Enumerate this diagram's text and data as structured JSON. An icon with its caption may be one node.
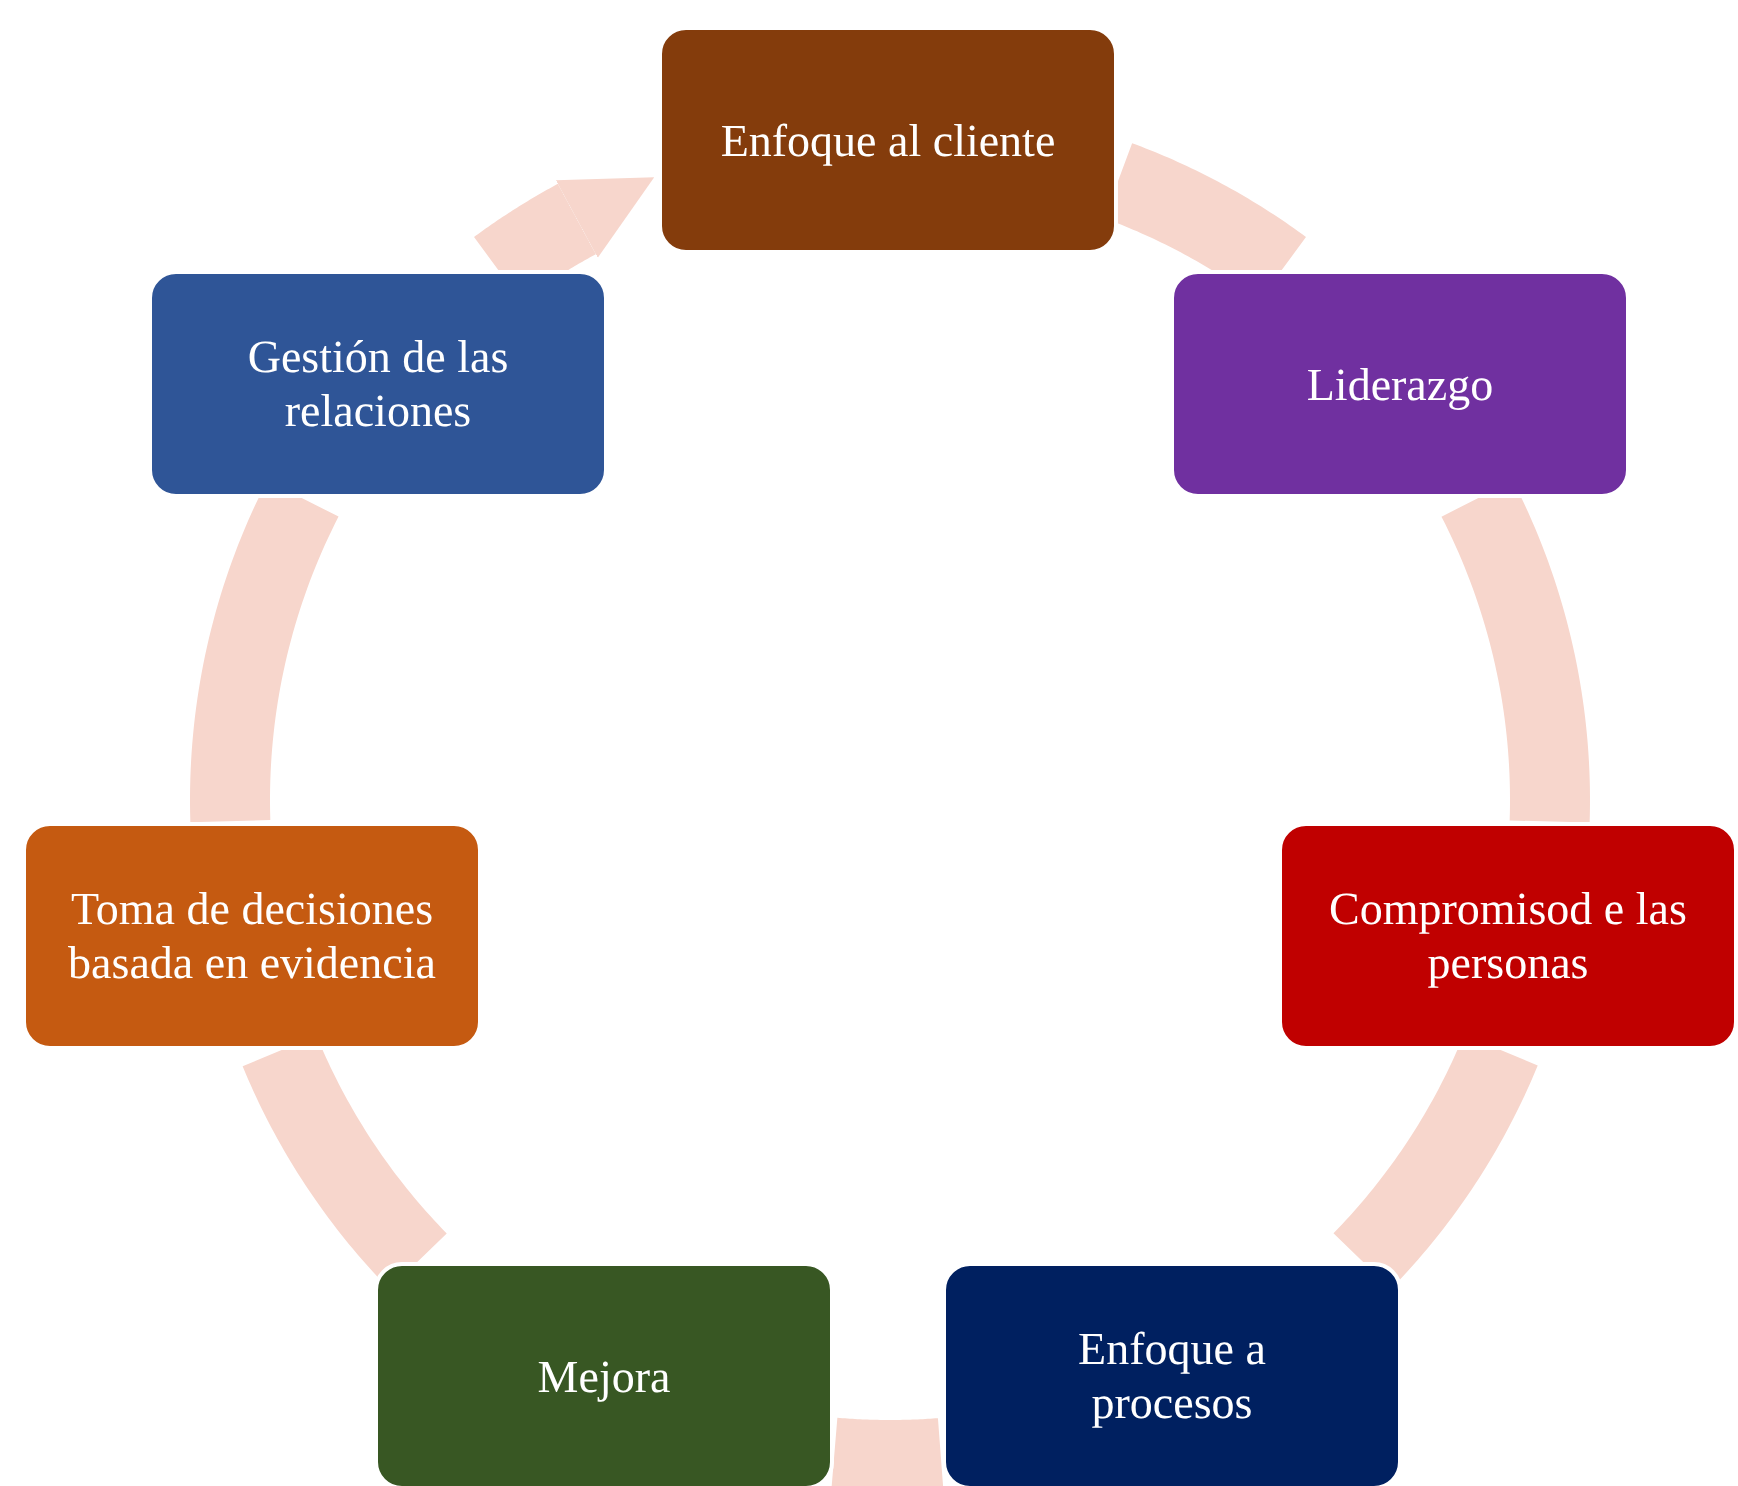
{
  "diagram": {
    "nodes": [
      {
        "text": [
          "Enfoque al cliente"
        ]
      },
      {
        "text": [
          "Liderazgo"
        ]
      },
      {
        "text": [
          "Compromisod e las personas"
        ]
      },
      {
        "text": [
          "Enfoque a procesos"
        ]
      },
      {
        "text": [
          "Mejora"
        ]
      },
      {
        "text": [
          "Toma de decisiones basada en evidencia"
        ]
      },
      {
        "text": [
          "Gestión de las relaciones"
        ]
      }
    ],
    "edges": [
      {
        "from": 0,
        "to": 1,
        "arrow": "none"
      },
      {
        "from": 1,
        "to": 2,
        "arrow": "none"
      },
      {
        "from": 2,
        "to": 3,
        "arrow": "none"
      },
      {
        "from": 3,
        "to": 4,
        "arrow": "none"
      },
      {
        "from": 4,
        "to": 5,
        "arrow": "none"
      },
      {
        "from": 5,
        "to": 6,
        "arrow": "none"
      },
      {
        "from": 6,
        "to": 0,
        "arrow": "to"
      }
    ]
  }
}
